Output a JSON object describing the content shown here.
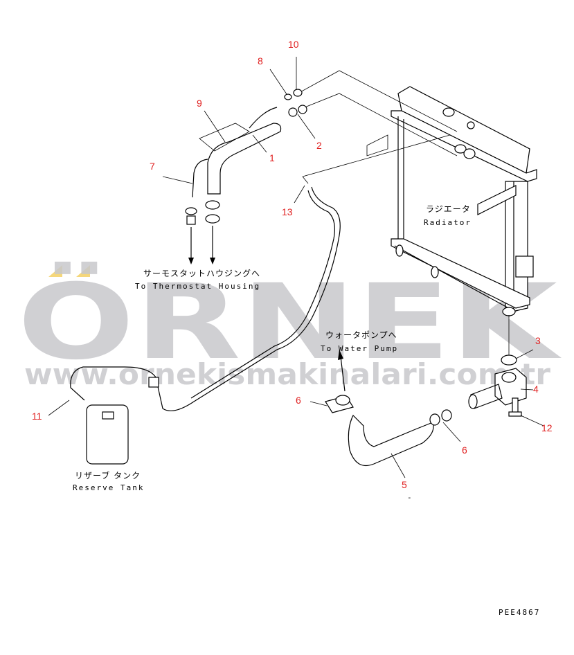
{
  "watermark": {
    "brand": "ÖRNEK",
    "url": "www.ornekismakinalari.com.tr",
    "accent": "#f5d77a"
  },
  "labels": {
    "thermostat_jp": "サーモスタットハウジングへ",
    "thermostat_en": "To Thermostat Housing",
    "waterpump_jp": "ウォータポンプへ",
    "waterpump_en": "To Water Pump",
    "radiator_jp": "ラジエータ",
    "radiator_en": "Radiator",
    "tank_jp": "リザーブ タンク",
    "tank_en": "Reserve Tank",
    "drawing_no": "PEE4867",
    "dash": "-"
  },
  "callouts": {
    "c10": "10",
    "c8": "8",
    "c9": "9",
    "c1": "1",
    "c2": "2",
    "c7": "7",
    "c13": "13",
    "c3": "3",
    "c4": "4",
    "c12": "12",
    "c6a": "6",
    "c6b": "6",
    "c5": "5",
    "c11": "11"
  },
  "colors": {
    "callout": "#e02020",
    "line": "#000000"
  }
}
